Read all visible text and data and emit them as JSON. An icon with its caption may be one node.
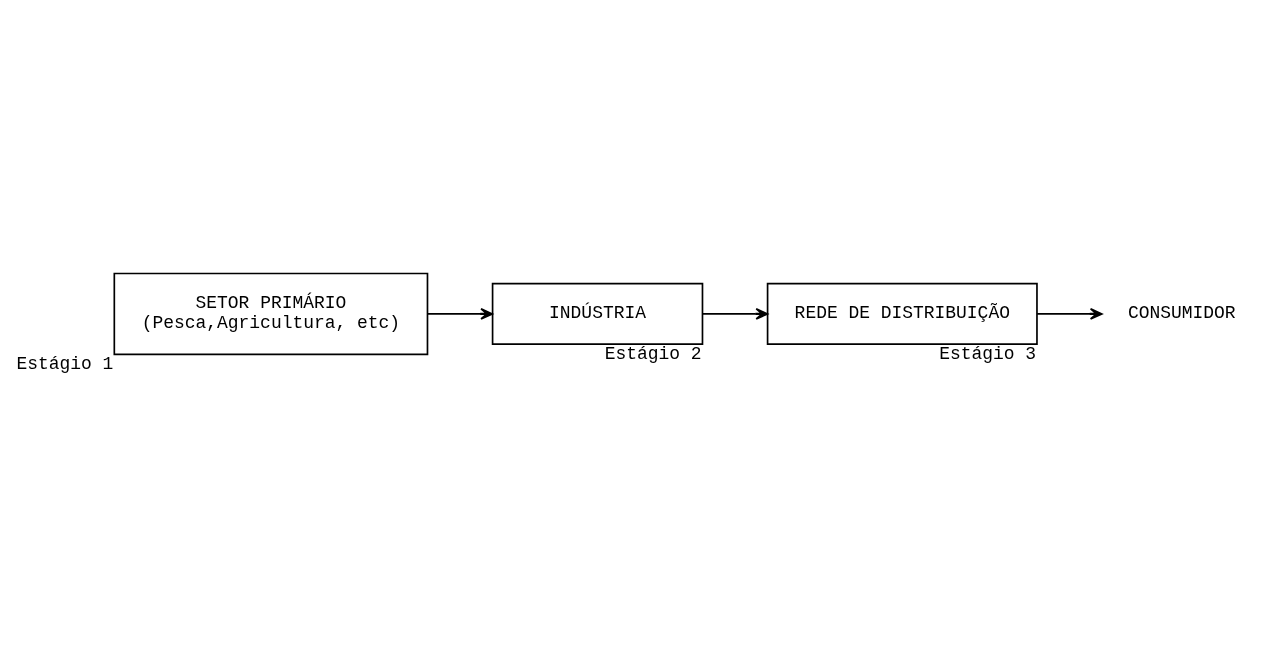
{
  "diagram": {
    "nodes": [
      {
        "text": [
          "SETOR PRIMÁRIO",
          "(Pesca,Agricultura, etc)"
        ],
        "beside": [
          "Estágio 1"
        ]
      },
      {
        "text": [
          "INDÚSTRIA"
        ],
        "beside": [
          "Estágio 2"
        ]
      },
      {
        "text": [
          "REDE DE DISTRIBUIÇÃO"
        ],
        "beside": [
          "Estágio 3"
        ]
      },
      {
        "text": [
          "CONSUMIDOR"
        ]
      }
    ],
    "edges": [
      {
        "from": 0,
        "to": 1,
        "arrow": "to"
      },
      {
        "from": 1,
        "to": 2,
        "arrow": "to"
      },
      {
        "from": 2,
        "to": 3,
        "arrow": "to"
      }
    ]
  }
}
